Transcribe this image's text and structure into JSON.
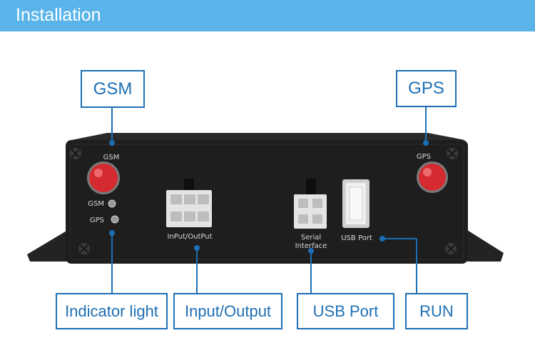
{
  "header": {
    "title": "Installation"
  },
  "callouts": {
    "gsm": "GSM",
    "gps": "GPS",
    "indicator_light": "Indicator light",
    "input_output": "Input/Output",
    "usb_port": "USB Port",
    "run": "RUN"
  },
  "device_labels": {
    "gsm_antenna": "GSM",
    "gps_antenna": "GPS",
    "gsm_led": "GSM",
    "gps_led": "GPS",
    "io_connector": "InPut/OutPut",
    "serial_line1": "Serial",
    "serial_line2": "Interface",
    "usb_port": "USB Port"
  },
  "colors": {
    "header": "#5ab4ea",
    "callout": "#1d6fb5",
    "antenna": "#d42a30",
    "device": "#1e1e1e"
  }
}
